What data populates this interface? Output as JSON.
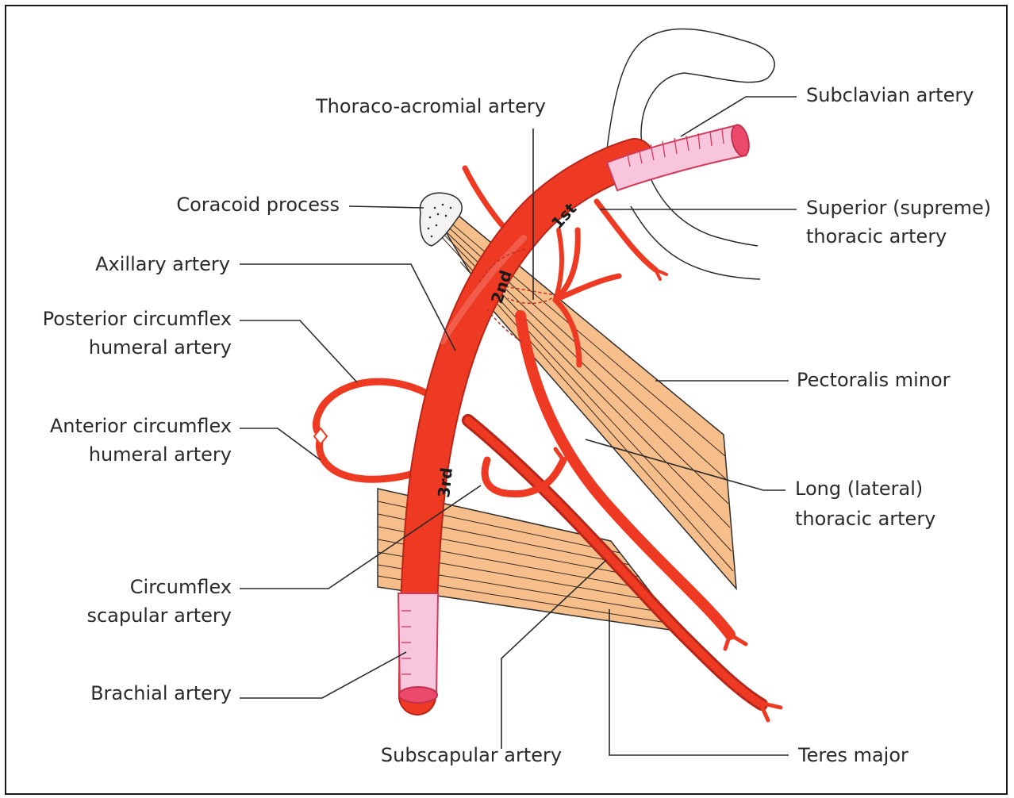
{
  "labels": {
    "thoraco_acromial": "Thoraco-acromial artery",
    "subclavian": "Subclavian artery",
    "coracoid": "Coracoid process",
    "superior_line1": "Superior (supreme)",
    "superior_line2": "thoracic artery",
    "axillary": "Axillary artery",
    "posterior_line1": "Posterior circumflex",
    "posterior_line2": "humeral artery",
    "pectoralis_minor": "Pectoralis minor",
    "anterior_line1": "Anterior circumflex",
    "anterior_line2": "humeral artery",
    "long_line1": "Long (lateral)",
    "long_line2": "thoracic artery",
    "circumflex_line1": "Circumflex",
    "circumflex_line2": "scapular artery",
    "brachial": "Brachial artery",
    "subscapular": "Subscapular artery",
    "teres_major": "Teres major"
  },
  "segments": {
    "first": "1st",
    "second": "2nd",
    "third": "3rd"
  },
  "colors": {
    "artery": "#ee3a23",
    "artery_cut": "#f7c6dc",
    "muscle": "#f6be8a"
  }
}
